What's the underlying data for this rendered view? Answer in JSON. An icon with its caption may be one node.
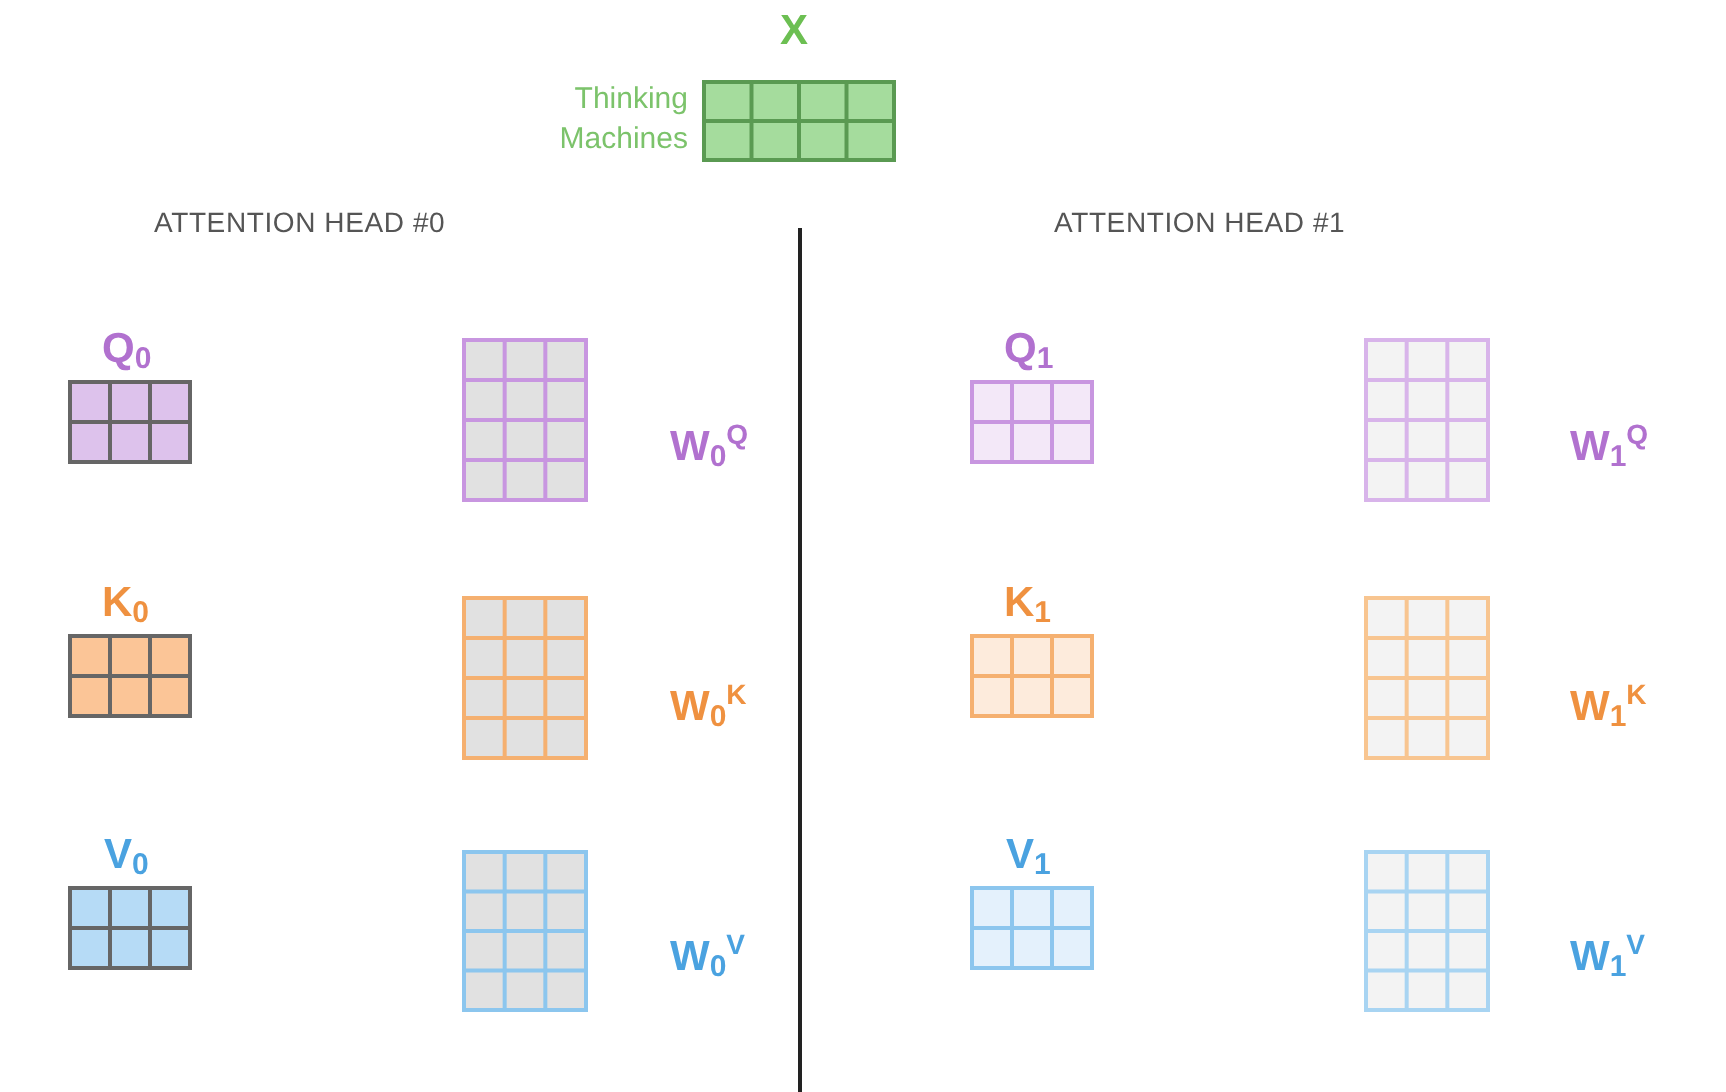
{
  "diagram": {
    "nodes": [
      {
        "text": [
          "X"
        ],
        "beside": [
          "Thinking",
          "Machines"
        ]
      },
      {
        "text": [
          "Q$_{0}$"
        ]
      },
      {
        "text": [
          "W$_{0}$$^{Q}$"
        ]
      },
      {
        "text": [
          "K$_{0}$"
        ]
      },
      {
        "text": [
          "W$_{0}$$^{K}$"
        ]
      },
      {
        "text": [
          "V$_{0}$"
        ]
      },
      {
        "text": [
          "W$_{0}$$^{V}$"
        ]
      },
      {
        "text": [
          "Q$_{1}$"
        ]
      },
      {
        "text": [
          "W$_{1}$$^{Q}$"
        ]
      },
      {
        "text": [
          "K$_{1}$"
        ]
      },
      {
        "text": [
          "W$_{1}$$^{K}$"
        ]
      },
      {
        "text": [
          "V$_{1}$"
        ]
      },
      {
        "text": [
          "W$_{1}$$^{V}$"
        ]
      }
    ],
    "labels": [
      "ATTENTION HEAD #0",
      "ATTENTION HEAD #1"
    ]
  }
}
